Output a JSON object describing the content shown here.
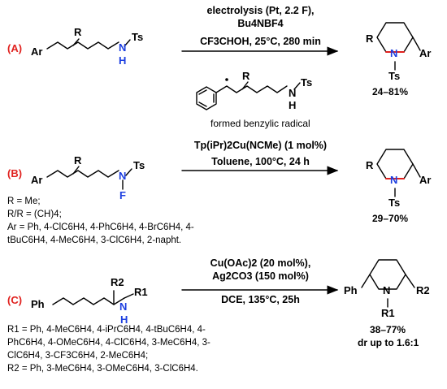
{
  "panel_a": {
    "label": "(A)",
    "cond_line1": "electrolysis (Pt, 2.2 F),",
    "cond_line2": "Bu4NBF4",
    "cond_line3": "CF3CHOH, 25°C, 280 min",
    "yield": "24–81%",
    "caption": "formed benzylic radical"
  },
  "panel_b": {
    "label": "(B)",
    "cond_line1": "Tp(iPr)2Cu(NCMe) (1 mol%)",
    "cond_line2": "Toluene, 100°C, 24 h",
    "yield": "29–70%",
    "sub_r": "R = Me;",
    "sub_rr": "R/R = (CH)4;",
    "sub_ar_1": "Ar = Ph, 4-ClC6H4, 4-PhC6H4, 4-BrC6H4, 4-",
    "sub_ar_2": "tBuC6H4, 4-MeC6H4, 3-ClC6H4, 2-napht."
  },
  "panel_c": {
    "label": "(C)",
    "cond_line1": "Cu(OAc)2 (20 mol%),",
    "cond_line2": "Ag2CO3 (150 mol%)",
    "cond_line3": "DCE, 135°C, 25h",
    "yield": "38–77%",
    "dr": "dr up to 1.6:1",
    "sub_r1_1": "R1 = Ph, 4-MeC6H4, 4-iPrC6H4, 4-tBuC6H4, 4-",
    "sub_r1_2": "PhC6H4, 4-OMeC6H4, 4-ClC6H4, 3-MeC6H4, 3-",
    "sub_r1_3": "ClC6H4, 3-CF3C6H4, 2-MeC6H4;",
    "sub_r2": "R2 = Ph, 3-MeC6H4, 3-OMeC6H4, 3-ClC6H4."
  },
  "atoms": {
    "ar": "Ar",
    "r": "R",
    "n": "N",
    "h": "H",
    "ts": "Ts",
    "f": "F",
    "ph": "Ph",
    "r1": "R1",
    "r2": "R2"
  }
}
